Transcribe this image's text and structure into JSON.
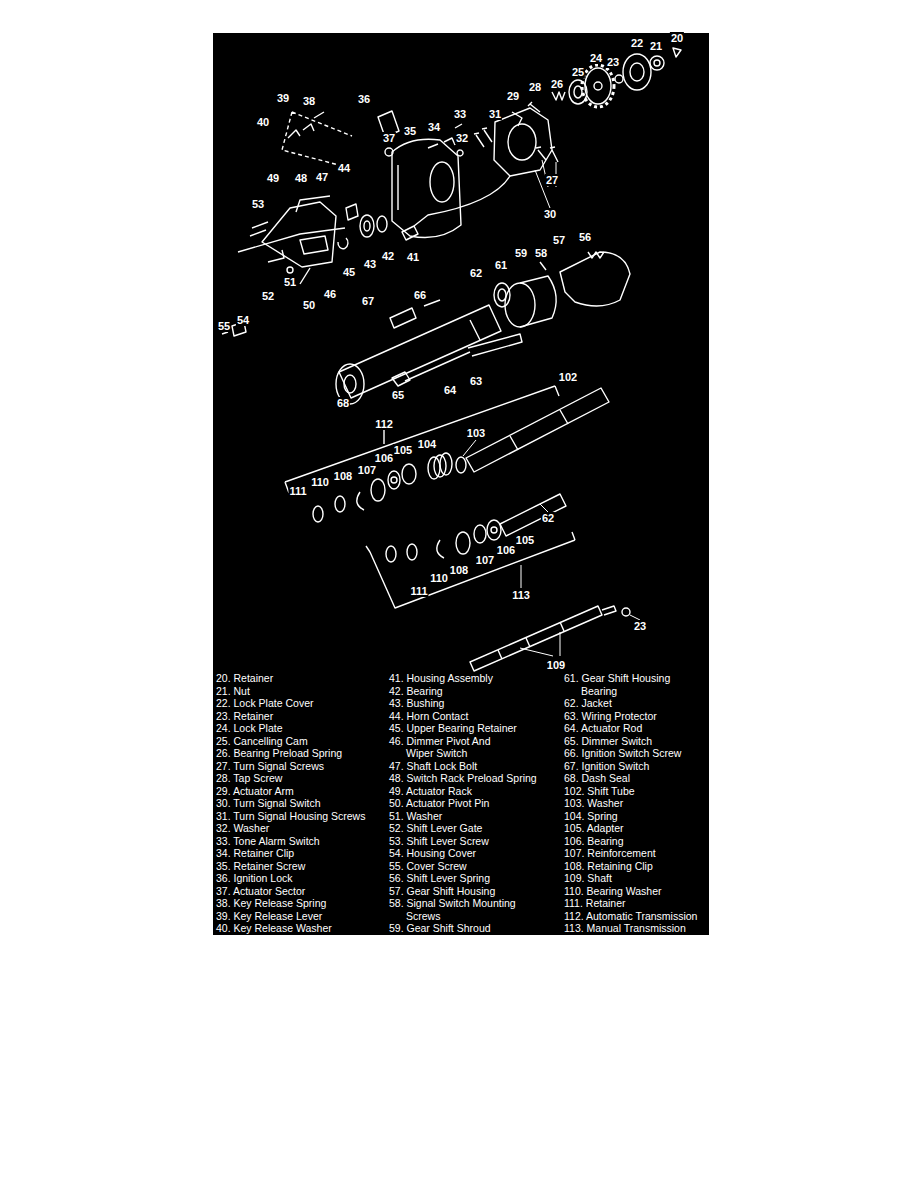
{
  "diagram": {
    "labels": [
      "39",
      "38",
      "36",
      "22",
      "21",
      "20",
      "40",
      "37",
      "35",
      "34",
      "33",
      "31",
      "32",
      "29",
      "28",
      "26",
      "25",
      "24",
      "23",
      "49",
      "48",
      "47",
      "44",
      "27",
      "53",
      "30",
      "41",
      "42",
      "43",
      "45",
      "62",
      "61",
      "59",
      "58",
      "57",
      "56",
      "51",
      "52",
      "46",
      "50",
      "67",
      "66",
      "55",
      "54",
      "102",
      "63",
      "64",
      "65",
      "68",
      "112",
      "103",
      "104",
      "105",
      "106",
      "107",
      "108",
      "110",
      "111",
      "62",
      "105",
      "106",
      "107",
      "108",
      "110",
      "111",
      "113",
      "23",
      "109",
      "20. Retainer",
      "21. Nut",
      "22. Lock Plate Cover",
      "23. Retainer",
      "24. Lock Plate",
      "25. Cancelling Cam",
      "26. Bearing Preload Spring",
      "27. Turn Signal Screws",
      "28. Tap Screw",
      "29. Actuator Arm",
      "30. Turn Signal Switch",
      "31. Turn Signal Housing Screws",
      "32. Washer",
      "33. Tone Alarm Switch",
      "34. Retainer Clip",
      "35. Retainer Screw",
      "36. Ignition Lock",
      "37. Actuator Sector",
      "38. Key Release Spring",
      "39. Key Release Lever",
      "40. Key Release Washer",
      "41. Housing Assembly",
      "42. Bearing",
      "43. Bushing",
      "44. Horn Contact",
      "45. Upper Bearing Retainer",
      "46. Dimmer Pivot And Wiper Switch",
      "47. Shaft Lock Bolt",
      "48. Switch Rack Preload Spring",
      "49. Actuator Rack",
      "50. Actuator Pivot Pin",
      "51. Washer",
      "52. Shift Lever Gate",
      "53. Shift Lever Screw",
      "54. Housing Cover",
      "55. Cover Screw",
      "56. Shift Lever Spring",
      "57. Gear Shift Housing",
      "58. Signal Switch Mounting Screws",
      "59. Gear Shift Shroud",
      "61. Gear Shift Housing Bearing",
      "62. Jacket",
      "63. Wiring Protector",
      "64. Actuator Rod",
      "65. Dimmer Switch",
      "66. Ignition Switch Screw",
      "67. Ignition Switch",
      "68. Dash Seal",
      "102. Shift Tube",
      "103. Washer",
      "104. Spring",
      "105. Adapter",
      "106. Bearing",
      "107. Reinforcement",
      "108. Retaining Clip",
      "109. Shaft",
      "110. Bearing Washer",
      "111. Retainer",
      "112. Automatic Transmission",
      "113. Manual Transmission"
    ]
  }
}
